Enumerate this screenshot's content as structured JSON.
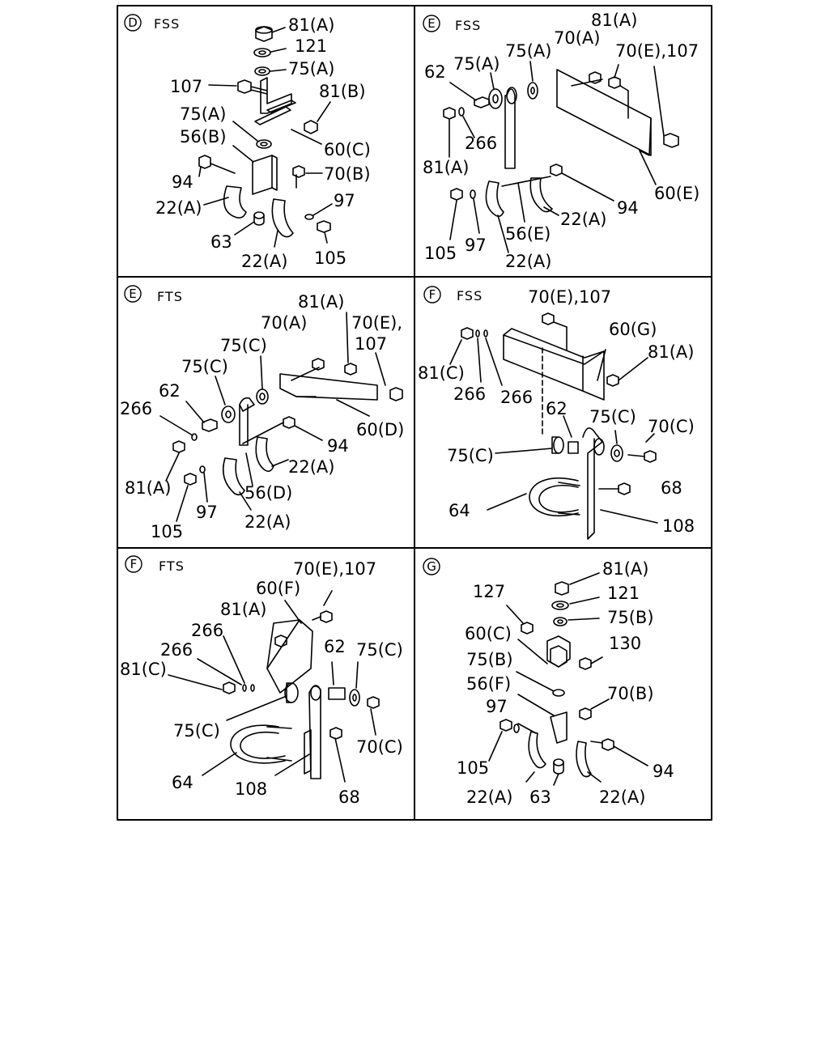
{
  "panels": [
    {
      "id": "D1",
      "letter": "D",
      "variant": "FSS",
      "labels": [
        "81(A)",
        "121",
        "75(A)",
        "107",
        "81(B)",
        "75(A)",
        "56(B)",
        "60(C)",
        "94",
        "70(B)",
        "22(A)",
        "97",
        "63",
        "22(A)",
        "105"
      ]
    },
    {
      "id": "E1",
      "letter": "E",
      "variant": "FSS",
      "labels": [
        "81(A)",
        "70(A)",
        "70(E),107",
        "62",
        "75(A)",
        "75(A)",
        "266",
        "81(A)",
        "94",
        "60(E)",
        "22(A)",
        "105",
        "97",
        "56(E)",
        "22(A)"
      ]
    },
    {
      "id": "E2",
      "letter": "E",
      "variant": "FTS",
      "labels": [
        "81(A)",
        "70(A)",
        "70(E),",
        "107",
        "75(C)",
        "75(C)",
        "62",
        "266",
        "60(D)",
        "94",
        "22(A)",
        "81(A)",
        "56(D)",
        "105",
        "97",
        "22(A)"
      ]
    },
    {
      "id": "F1",
      "letter": "F",
      "variant": "FSS",
      "labels": [
        "70(E),107",
        "60(G)",
        "81(A)",
        "81(C)",
        "266",
        "266",
        "62",
        "75(C)",
        "70(C)",
        "75(C)",
        "68",
        "64",
        "108"
      ]
    },
    {
      "id": "F2",
      "letter": "F",
      "variant": "FTS",
      "labels": [
        "70(E),107",
        "60(F)",
        "81(A)",
        "266",
        "266",
        "62",
        "75(C)",
        "81(C)",
        "75(C)",
        "70(C)",
        "64",
        "108",
        "68"
      ]
    },
    {
      "id": "G1",
      "letter": "G",
      "variant": "",
      "labels": [
        "81(A)",
        "127",
        "121",
        "75(B)",
        "60(C)",
        "130",
        "75(B)",
        "56(F)",
        "70(B)",
        "97",
        "105",
        "94",
        "22(A)",
        "63",
        "22(A)"
      ]
    }
  ]
}
